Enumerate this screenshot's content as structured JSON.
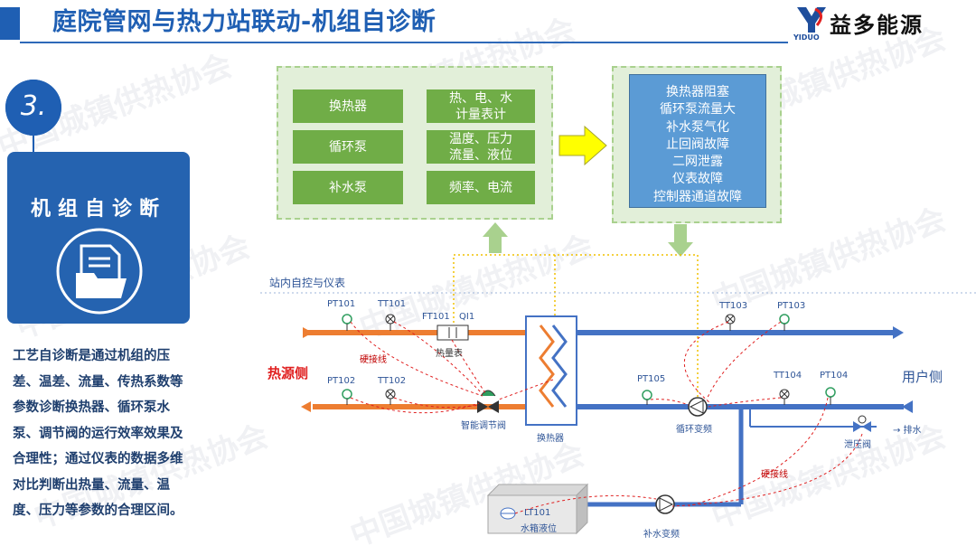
{
  "header": {
    "title": "庭院管网与热力站联动-机组自诊断",
    "logo_name": "益多能源",
    "logo_sub": "YIDUO"
  },
  "watermark": "中国城镇供热协会",
  "left": {
    "number": "3.",
    "title": "机组自诊断",
    "description": "工艺自诊断是通过机组的压差、温差、流量、传热系数等参数诊断换热器、循环泵水泵、调节阀的运行效率效果及合理性；通过仪表的数据多维对比判断出热量、流量、温度、压力等参数的合理区间。"
  },
  "inputs": {
    "devices": [
      "换热器",
      "循环泵",
      "补水泵"
    ],
    "measures": [
      "热、电、水\n计量表计",
      "温度、压力\n流量、液位",
      "频率、电流"
    ]
  },
  "faults": [
    "换热器阻塞",
    "循环泵流量大",
    "补水泵气化",
    "止回阀故障",
    "二网泄露",
    "仪表故障",
    "控制器通道故障"
  ],
  "diagram": {
    "section_label": "站内自控与仪表",
    "heat_source": "热源侧",
    "user_side": "用户侧",
    "instruments": {
      "pt101": "PT101",
      "tt101a": "TT101",
      "ft101": "FT101",
      "qi1": "QI1",
      "pt102": "PT102",
      "tt102": "TT102",
      "tt103": "TT103",
      "pt103": "PT103",
      "pt105": "PT105",
      "tt104": "TT104",
      "pt104": "PT104",
      "lt101": "LT101"
    },
    "labels": {
      "heat_meter": "热量表",
      "hardwire_1": "硬接线",
      "hardwire_2": "硬接线",
      "control_valve": "智能调节阀",
      "heat_exchanger": "换热器",
      "circ_pump": "循环变频",
      "drain": "→ 排水",
      "relief_valve": "泄压阀",
      "makeup_pump": "补水变频",
      "tank_level": "水箱液位"
    }
  },
  "colors": {
    "primary": "#1f5fb3",
    "hot_pipe": "#ed7d31",
    "cold_pipe": "#4472c4",
    "green_button": "#70ad47",
    "fault_box": "#5b9bd5",
    "signal": "#e02020"
  }
}
